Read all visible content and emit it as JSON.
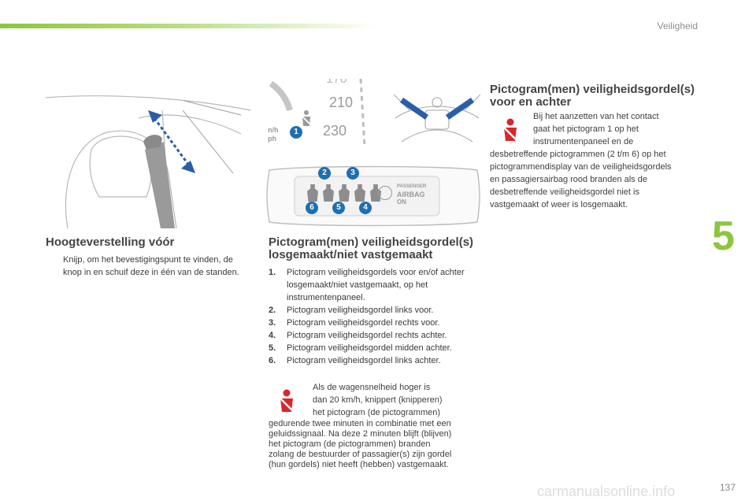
{
  "header": {
    "section": "Veiligheid",
    "chapter": "5"
  },
  "left": {
    "heading": "Hoogteverstelling vóór",
    "bullet_mark": "",
    "bullet_text": "Knijp, om het bevestigingspunt te vinden, de knop in en schuif deze in één van de standen."
  },
  "middle": {
    "heading_line1": "Pictogram(men) veiligheidsgordel(s)",
    "heading_line2": "losgemaakt/niet vastgemaakt",
    "items": [
      {
        "num": "1.",
        "text": "Pictogram veiligheidsgordels voor en/of achter losgemaakt/niet vastgemaakt, op het instrumentenpaneel."
      },
      {
        "num": "2.",
        "text": "Pictogram veiligheidsgordel links voor."
      },
      {
        "num": "3.",
        "text": "Pictogram veiligheidsgordel rechts voor."
      },
      {
        "num": "4.",
        "text": "Pictogram veiligheidsgordel rechts achter."
      },
      {
        "num": "5.",
        "text": "Pictogram veiligheidsgordel midden achter."
      },
      {
        "num": "6.",
        "text": "Pictogram veiligheidsgordel links achter."
      }
    ],
    "warn_lines": [
      "Als de wagensnelheid hoger is",
      "dan 20 km/h, knippert (knipperen)",
      "het pictogram (de pictogrammen)"
    ],
    "warn_rest": [
      "gedurende twee minuten in combinatie met een",
      "geluidssignaal. Na deze 2 minuten blijft (blijven)",
      "het pictogram (de pictogrammen) branden",
      "zolang de bestuurder of passagier(s) zijn gordel",
      "(hun gordels) niet heeft (hebben) vastgemaakt."
    ]
  },
  "right": {
    "heading_line1": "Pictogram(men) veiligheidsgordel(s)",
    "heading_line2": "voor en achter",
    "lines_indented": [
      "Bij het aanzetten van het contact",
      "gaat het pictogram 1 op het",
      "instrumentenpaneel en de"
    ],
    "lines_full": [
      "desbetreffende pictogrammen (2 t/m 6) op het",
      "pictogrammendisplay van de veiligheidsgordels",
      "en passagiersairbag rood branden als de",
      "desbetreffende veiligheidsgordel niet is",
      "vastgemaakt of weer is losgemaakt."
    ]
  },
  "illustration": {
    "speed_top": "170",
    "speed_a": "210",
    "speed_b": "230",
    "unit_a": "n/h",
    "unit_b": "ph",
    "badge_1": "1",
    "panel_badges": [
      "2",
      "3",
      "6",
      "5",
      "4"
    ],
    "airbag_top": "PASSENGER",
    "airbag_mid": "AIRBAG",
    "airbag_bot": "ON"
  },
  "footer": {
    "watermark": "carmanualsonline.info",
    "page": "137"
  },
  "colors": {
    "accent_green": "#8cc63f",
    "badge_blue": "#1f6fb0",
    "warning_red": "#d9262b"
  }
}
